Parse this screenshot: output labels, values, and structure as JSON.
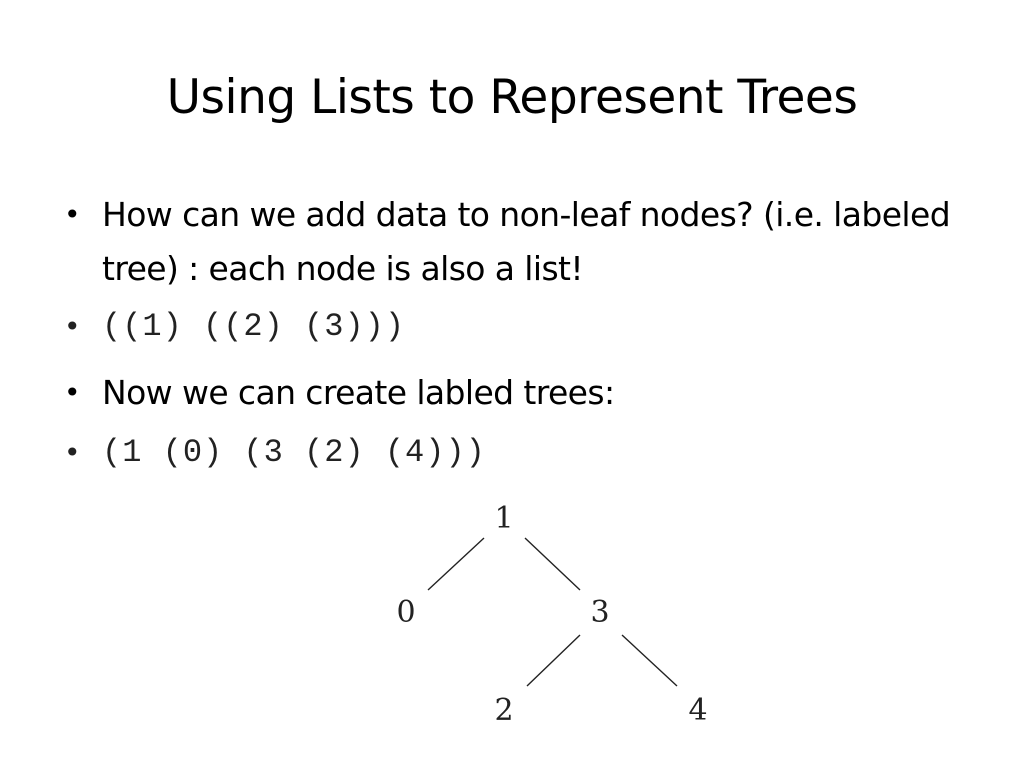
{
  "slide": {
    "title": "Using Lists to Represent Trees",
    "bullet_symbol": "•",
    "bullets": [
      {
        "text": "How can we add data to non-leaf nodes? (i.e. labeled tree) : each node is also a list!",
        "style": "text"
      },
      {
        "text": "((1) ((2) (3)))",
        "style": "code"
      },
      {
        "text": "Now we can create labled trees:",
        "style": "text"
      },
      {
        "text": "(1 (0) (3 (2) (4)))",
        "style": "code"
      }
    ]
  },
  "tree": {
    "nodes": [
      {
        "id": "n1",
        "label": "1"
      },
      {
        "id": "n0",
        "label": "0"
      },
      {
        "id": "n3",
        "label": "3"
      },
      {
        "id": "n2",
        "label": "2"
      },
      {
        "id": "n4",
        "label": "4"
      }
    ],
    "edges": [
      {
        "from": "n1",
        "to": "n0"
      },
      {
        "from": "n1",
        "to": "n3"
      },
      {
        "from": "n3",
        "to": "n2"
      },
      {
        "from": "n3",
        "to": "n4"
      }
    ]
  }
}
